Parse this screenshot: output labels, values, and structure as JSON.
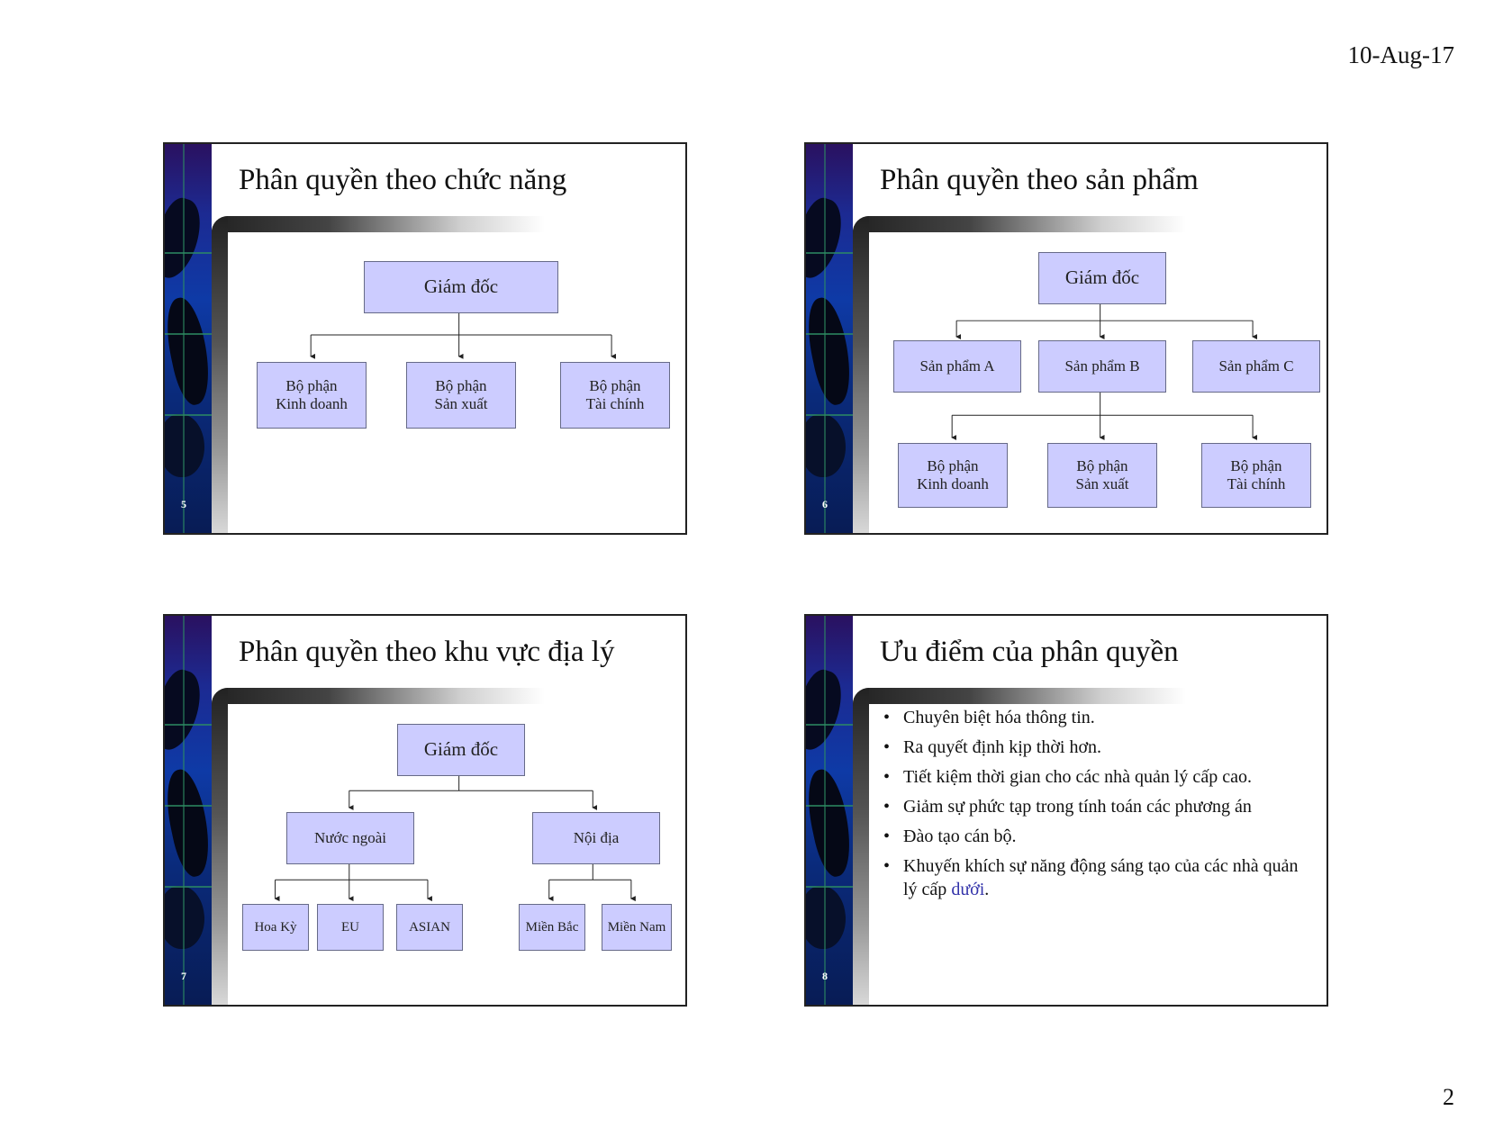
{
  "header": {
    "date": "10-Aug-17"
  },
  "footer": {
    "page_number": "2"
  },
  "slides": {
    "s5": {
      "number": "5",
      "title": "Phân quyền theo chức năng",
      "director": "Giám đốc",
      "departments": [
        {
          "line1": "Bộ phận",
          "line2": "Kinh doanh"
        },
        {
          "line1": "Bộ phận",
          "line2": "Sản xuất"
        },
        {
          "line1": "Bộ phận",
          "line2": "Tài chính"
        }
      ]
    },
    "s6": {
      "number": "6",
      "title": "Phân quyền theo sản phẩm",
      "director": "Giám đốc",
      "products": [
        "Sản phẩm A",
        "Sản phẩm B",
        "Sản phẩm C"
      ],
      "departments": [
        {
          "line1": "Bộ phận",
          "line2": "Kinh doanh"
        },
        {
          "line1": "Bộ phận",
          "line2": "Sản xuất"
        },
        {
          "line1": "Bộ phận",
          "line2": "Tài chính"
        }
      ]
    },
    "s7": {
      "number": "7",
      "title": "Phân quyền theo khu vực địa lý",
      "director": "Giám đốc",
      "regions": [
        "Nước ngoài",
        "Nội địa"
      ],
      "foreign": [
        "Hoa Kỳ",
        "EU",
        "ASIAN"
      ],
      "domestic": [
        "Miền Bắc",
        "Miền Nam"
      ]
    },
    "s8": {
      "number": "8",
      "title": "Ưu điểm của phân quyền",
      "bullets": [
        "Chuyên biệt hóa thông tin.",
        "Ra quyết định kịp thời hơn.",
        "Tiết kiệm thời gian cho các nhà quản lý cấp cao.",
        "Giảm sự phức tạp trong tính toán các phương án",
        "Đào tạo cán bộ."
      ],
      "last_bullet_text": "Khuyến khích sự năng động sáng tạo của các nhà quản lý cấp ",
      "last_bullet_link": "dưới",
      "last_bullet_end": "."
    }
  }
}
